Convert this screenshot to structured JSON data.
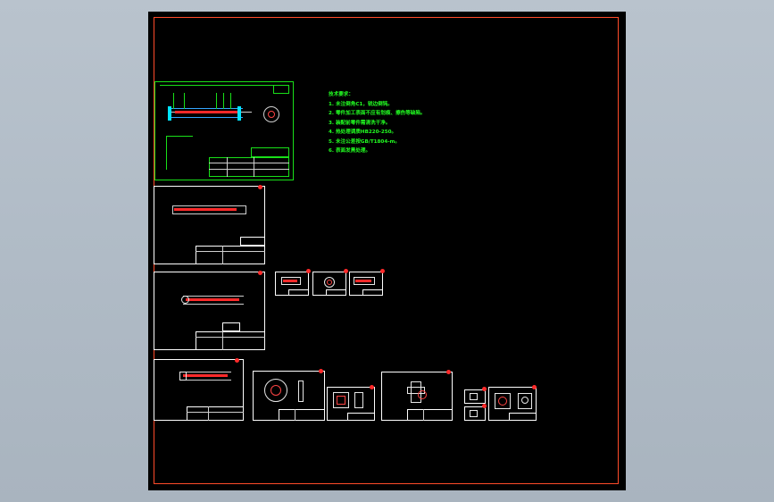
{
  "drawing": {
    "notes_title": "",
    "notes_lines": [
      "技术要求：",
      "1. 未注倒角C1，锐边倒钝。",
      "2. 零件加工表面不应有划痕、擦伤等缺陷。",
      "3. 装配前零件需清洗干净。",
      "4. 热处理调质HB220-250。",
      "5. 未注公差按GB/T1804-m。",
      "6. 表面发黑处理。"
    ]
  },
  "colors": {
    "model_space": "#000000",
    "frame_border": "#ff4b2a",
    "sheet_border": "#ffffff",
    "highlight_sheet": "#19e019",
    "note_text": "#22ff22"
  }
}
